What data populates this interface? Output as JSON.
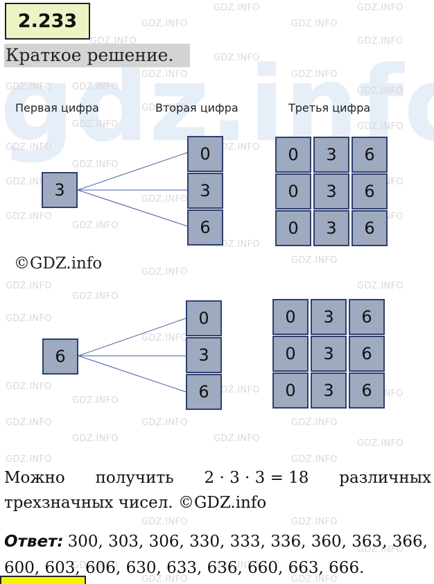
{
  "problem_number": "2.233",
  "subtitle": "Краткое решение.",
  "watermark": "GDZ.INFO",
  "big_watermark": "gdz.info",
  "headers": {
    "first": "Первая цифра",
    "second": "Вторая цифра",
    "third": "Третья цифра"
  },
  "tree1": {
    "first": "3",
    "second": [
      "0",
      "3",
      "6"
    ],
    "third": [
      [
        "0",
        "3",
        "6"
      ],
      [
        "0",
        "3",
        "6"
      ],
      [
        "0",
        "3",
        "6"
      ]
    ]
  },
  "copyright": "©GDZ.info",
  "tree2": {
    "first": "6",
    "second": [
      "0",
      "3",
      "6"
    ],
    "third": [
      [
        "0",
        "3",
        "6"
      ],
      [
        "0",
        "3",
        "6"
      ],
      [
        "0",
        "3",
        "6"
      ]
    ]
  },
  "text": {
    "w1": "Можно",
    "w2": "получить",
    "w3": "2 · 3 · 3 = 18",
    "w4": "различных",
    "line2": "трехзначных чисел. ©GDZ.info"
  },
  "answer": {
    "label": "Ответ:",
    "value": "300, 303, 306, 330, 333, 336, 360, 363, 366, 600, 603, 606, 630, 633, 636, 660, 663, 666."
  },
  "colors": {
    "box_fill": "#9eaabf",
    "box_border": "#2f3f6e",
    "badge_bg": "#ebf5c4",
    "subtitle_bg": "#d4d4d4",
    "line": "#3f5aa8",
    "bottom_bar": "#f4f400"
  }
}
